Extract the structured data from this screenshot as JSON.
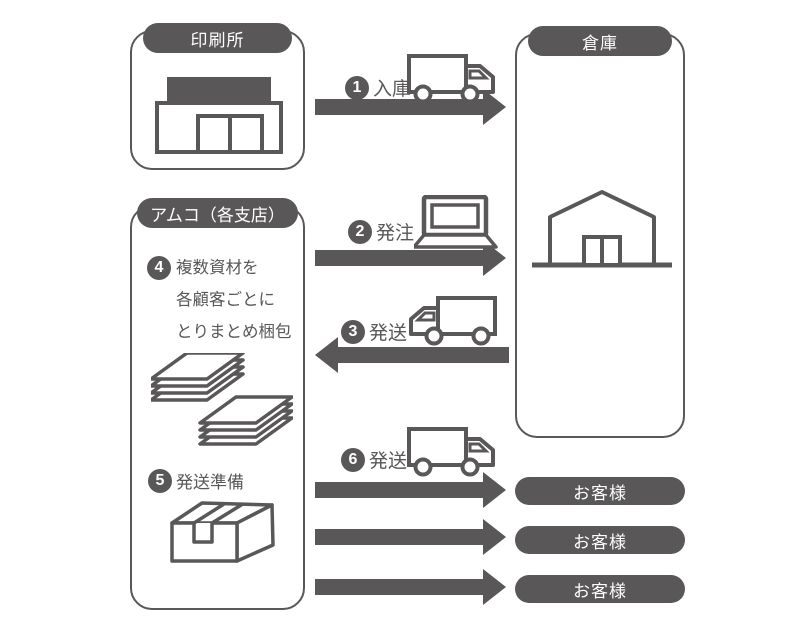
{
  "diagram": {
    "printing": {
      "label": "印刷所"
    },
    "warehouse": {
      "label": "倉庫"
    },
    "amco": {
      "label": "アムコ（各支店）",
      "step4": {
        "num": "4",
        "lines": [
          "複数資材を",
          "各顧客ごとに",
          "とりまとめ梱包"
        ]
      },
      "step5": {
        "num": "5",
        "text": "発送準備"
      }
    },
    "flows": {
      "step1": {
        "num": "1",
        "text": "入庫"
      },
      "step2": {
        "num": "2",
        "text": "発注"
      },
      "step3": {
        "num": "3",
        "text": "発送"
      },
      "step6": {
        "num": "6",
        "text": "発送"
      }
    },
    "customers": [
      {
        "label": "お客様"
      },
      {
        "label": "お客様"
      },
      {
        "label": "お客様"
      }
    ],
    "icons": {
      "store": "store-icon",
      "warehouse": "warehouse-icon",
      "truck": "truck-icon",
      "laptop": "laptop-icon",
      "papers": "paper-stack-icon",
      "carton": "carton-box-icon"
    },
    "colors": {
      "primary": "#595757",
      "background": "#ffffff"
    }
  }
}
